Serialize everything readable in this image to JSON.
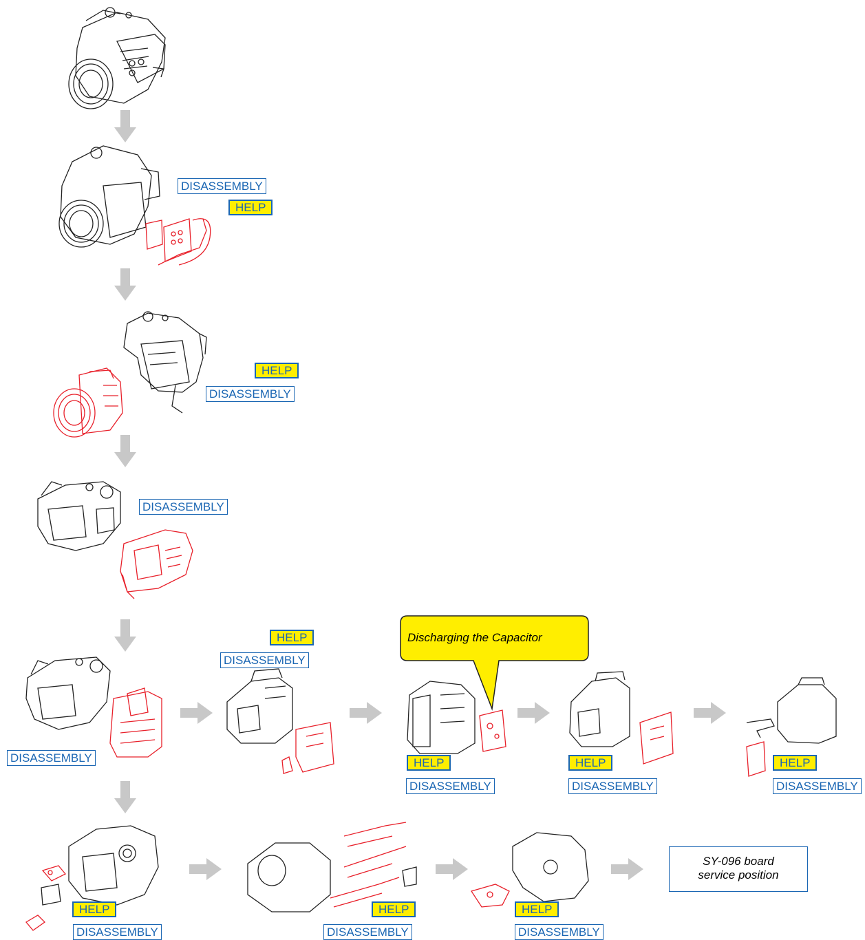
{
  "colors": {
    "link": "#1a66b3",
    "help_bg": "#ffee00",
    "arrow": "#c8c8c8",
    "highlight_part": "#e8202a",
    "line_art": "#222222",
    "callout_bg": "#ffee00"
  },
  "buttons": {
    "disassembly": "DISASSEMBLY",
    "help": "HELP"
  },
  "callout": {
    "text": "Discharging the Capacitor"
  },
  "note": {
    "line1": "SY-096 board",
    "line2": "service position"
  },
  "icons": [
    "arrow-down-icon",
    "arrow-right-icon"
  ]
}
